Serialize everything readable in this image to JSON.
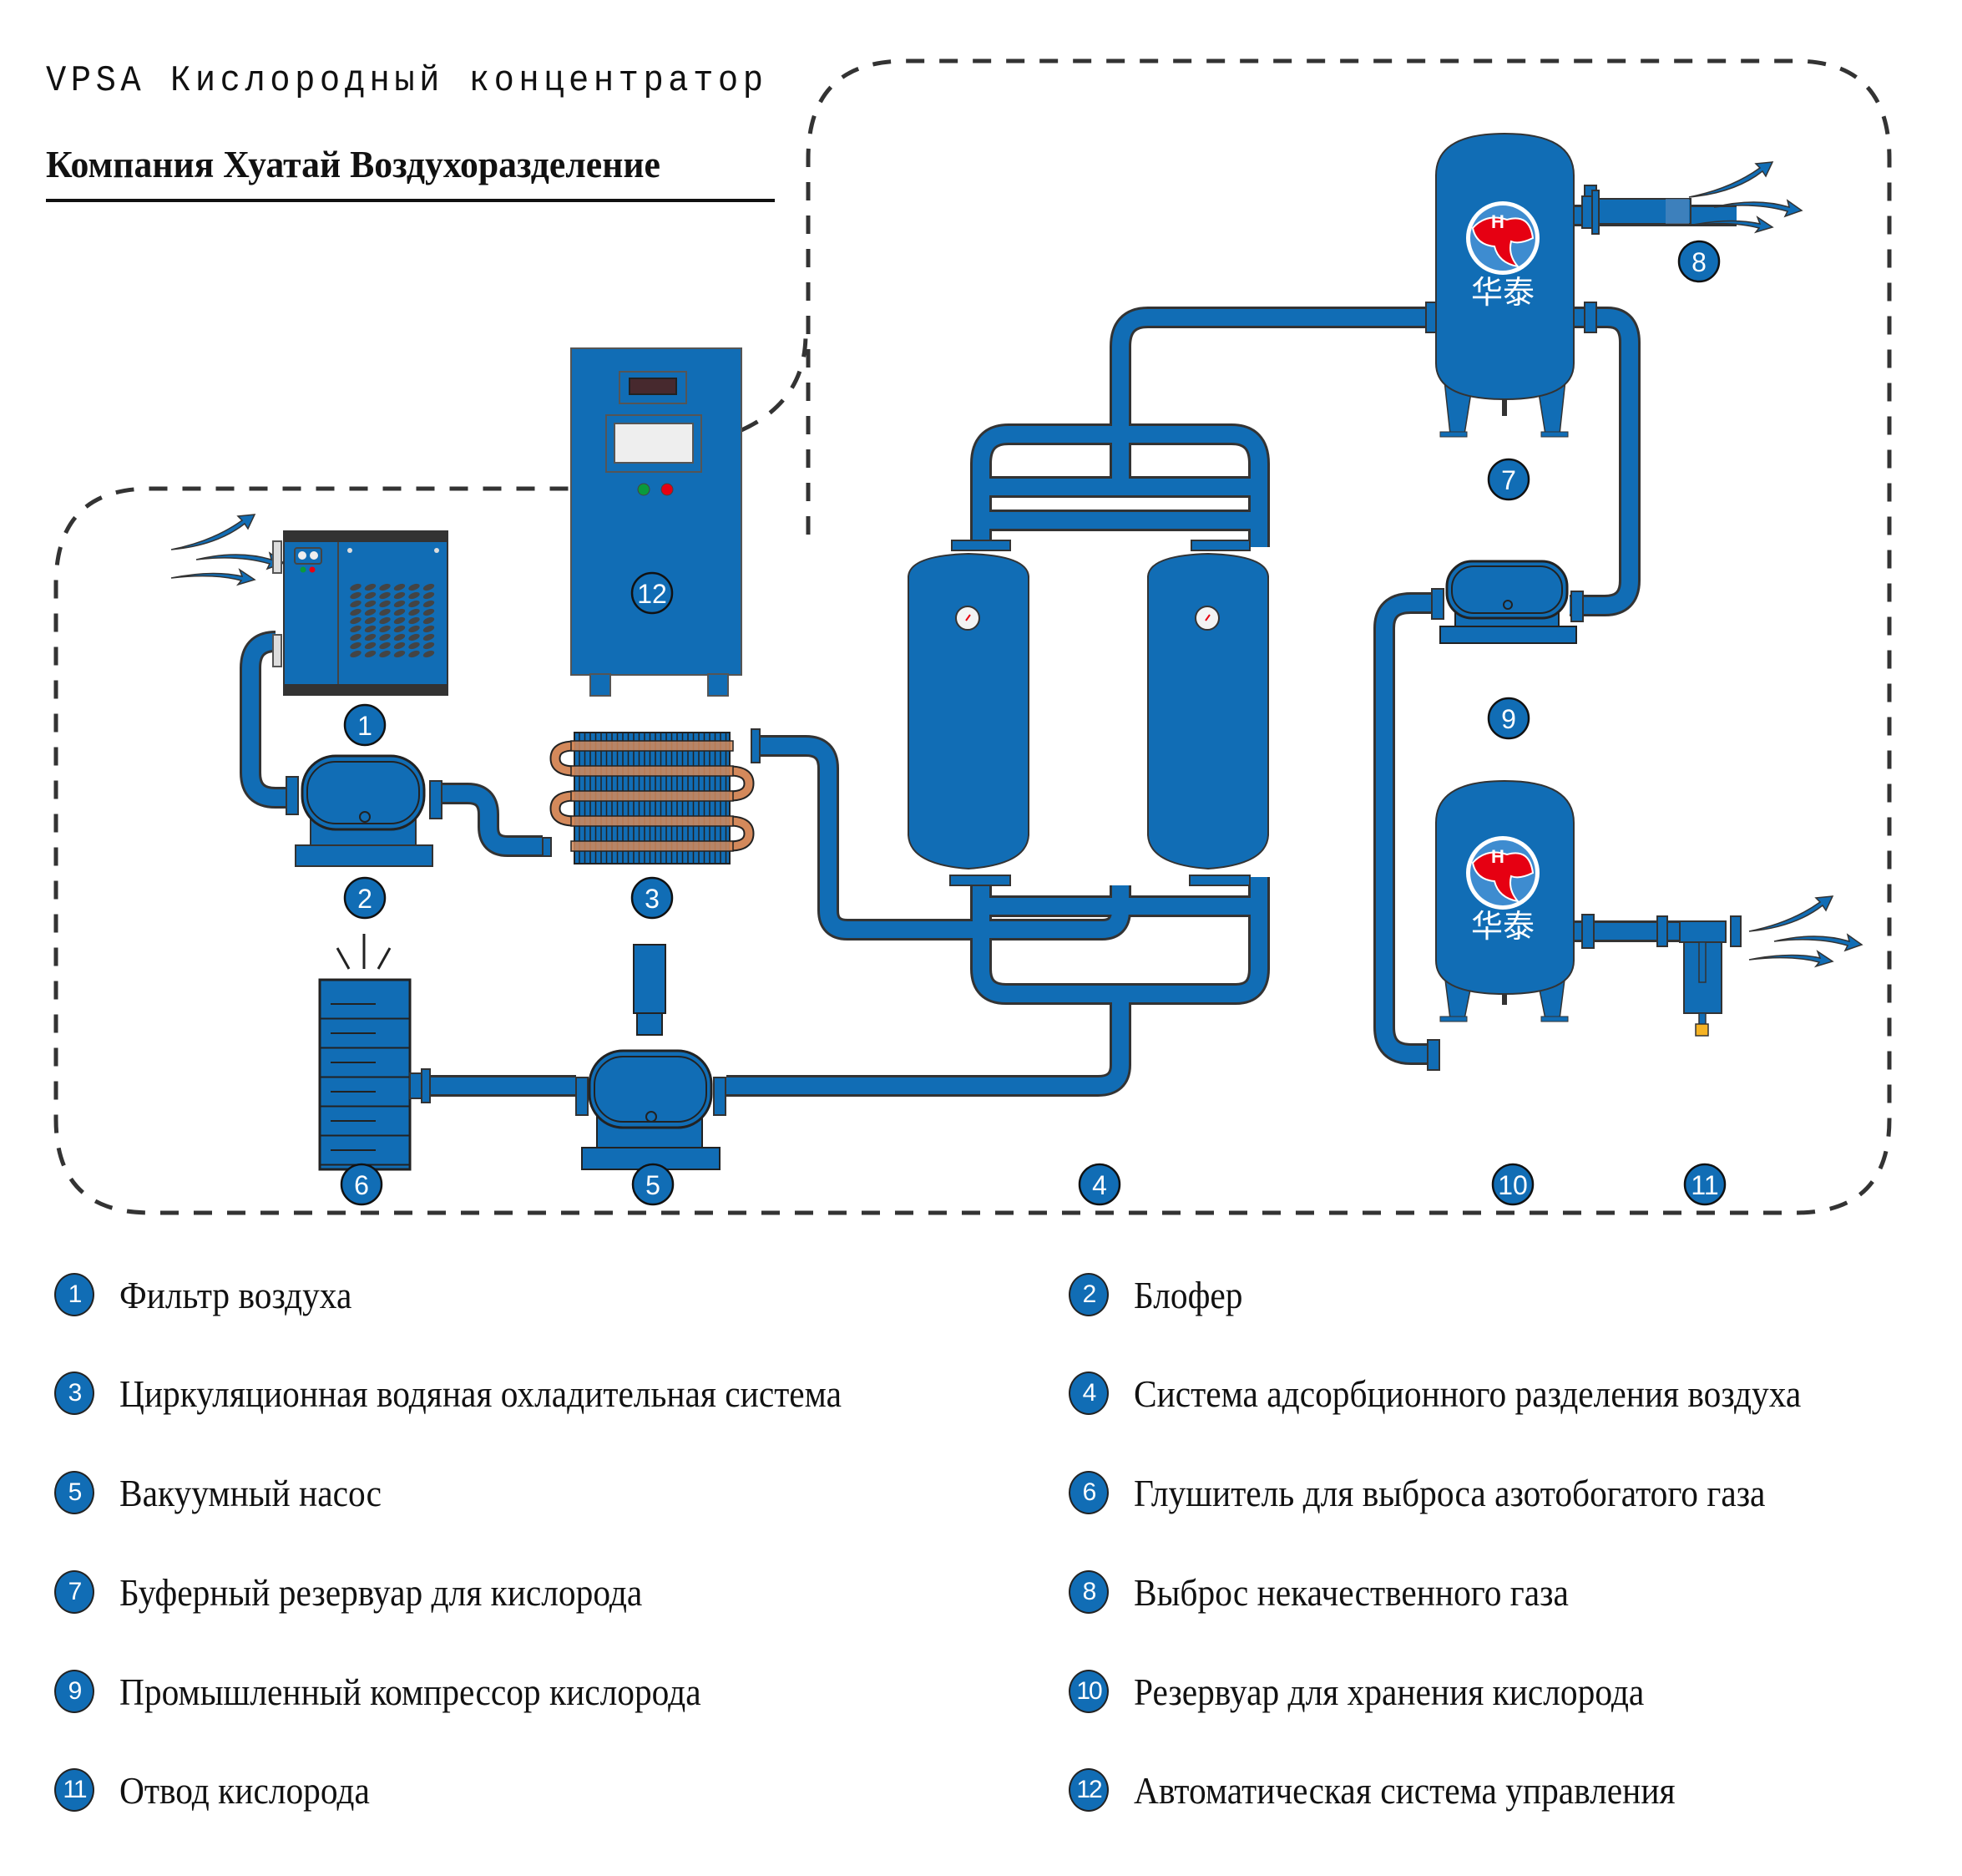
{
  "header": {
    "product_title": "VPSA  Кислородный концентратор",
    "company": "Компания Хуатай Воздухоразделение"
  },
  "brand": {
    "logo_text": "华泰",
    "colors": {
      "equipment_blue": "#116DB5",
      "outline": "#333333",
      "copper": "#D4895B",
      "logo_red": "#E60012",
      "dark_panel": "#333333",
      "indicator_green": "#0A9A3C",
      "indicator_red": "#E60012",
      "valve_yellow": "#F5B324"
    }
  },
  "callouts": [
    "1",
    "2",
    "3",
    "4",
    "5",
    "6",
    "7",
    "8",
    "9",
    "10",
    "11",
    "12"
  ],
  "legend": [
    {
      "num": "1",
      "label": "Фильтр воздуха"
    },
    {
      "num": "2",
      "label": "Блофер"
    },
    {
      "num": "3",
      "label": "Циркуляционная водяная охладительная система"
    },
    {
      "num": "4",
      "label": "Система адсорбционного разделения воздуха"
    },
    {
      "num": "5",
      "label": "Вакуумный насос"
    },
    {
      "num": "6",
      "label": "Глушитель для выброса азотобогатого газа"
    },
    {
      "num": "7",
      "label": "Буферный резервуар для кислорода"
    },
    {
      "num": "8",
      "label": "Выброс некачественного газа"
    },
    {
      "num": "9",
      "label": "Промышленный компрессор кислорода"
    },
    {
      "num": "10",
      "label": "Резервуар для хранения кислорода"
    },
    {
      "num": "11",
      "label": "Отвод кислорода"
    },
    {
      "num": "12",
      "label": "Автоматическая система управления"
    }
  ]
}
